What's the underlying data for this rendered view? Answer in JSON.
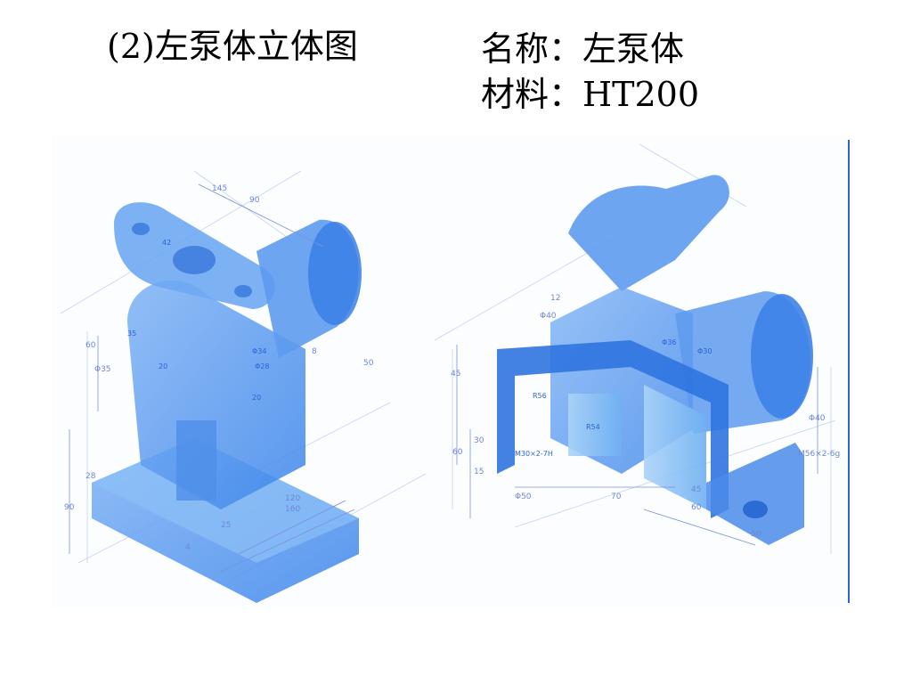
{
  "header": {
    "title": "(2)左泵体立体图",
    "name_line": "名称：左泵体",
    "material_line": "材料：HT200"
  },
  "figure": {
    "left_view": {
      "dimensions": [
        "145",
        "90",
        "42",
        "60",
        "Φ35",
        "35",
        "20",
        "Φ34",
        "Φ28",
        "8",
        "20",
        "120",
        "160",
        "25",
        "28",
        "90",
        "4",
        "50"
      ]
    },
    "right_view": {
      "dimensions": [
        "12",
        "Φ40",
        "45",
        "60",
        "30",
        "15",
        "Φ50",
        "70",
        "45",
        "60",
        "50",
        "Φ40",
        "M56×2-6g",
        "M30×2-7H",
        "Φ36",
        "Φ30",
        "R56",
        "R54"
      ]
    }
  }
}
